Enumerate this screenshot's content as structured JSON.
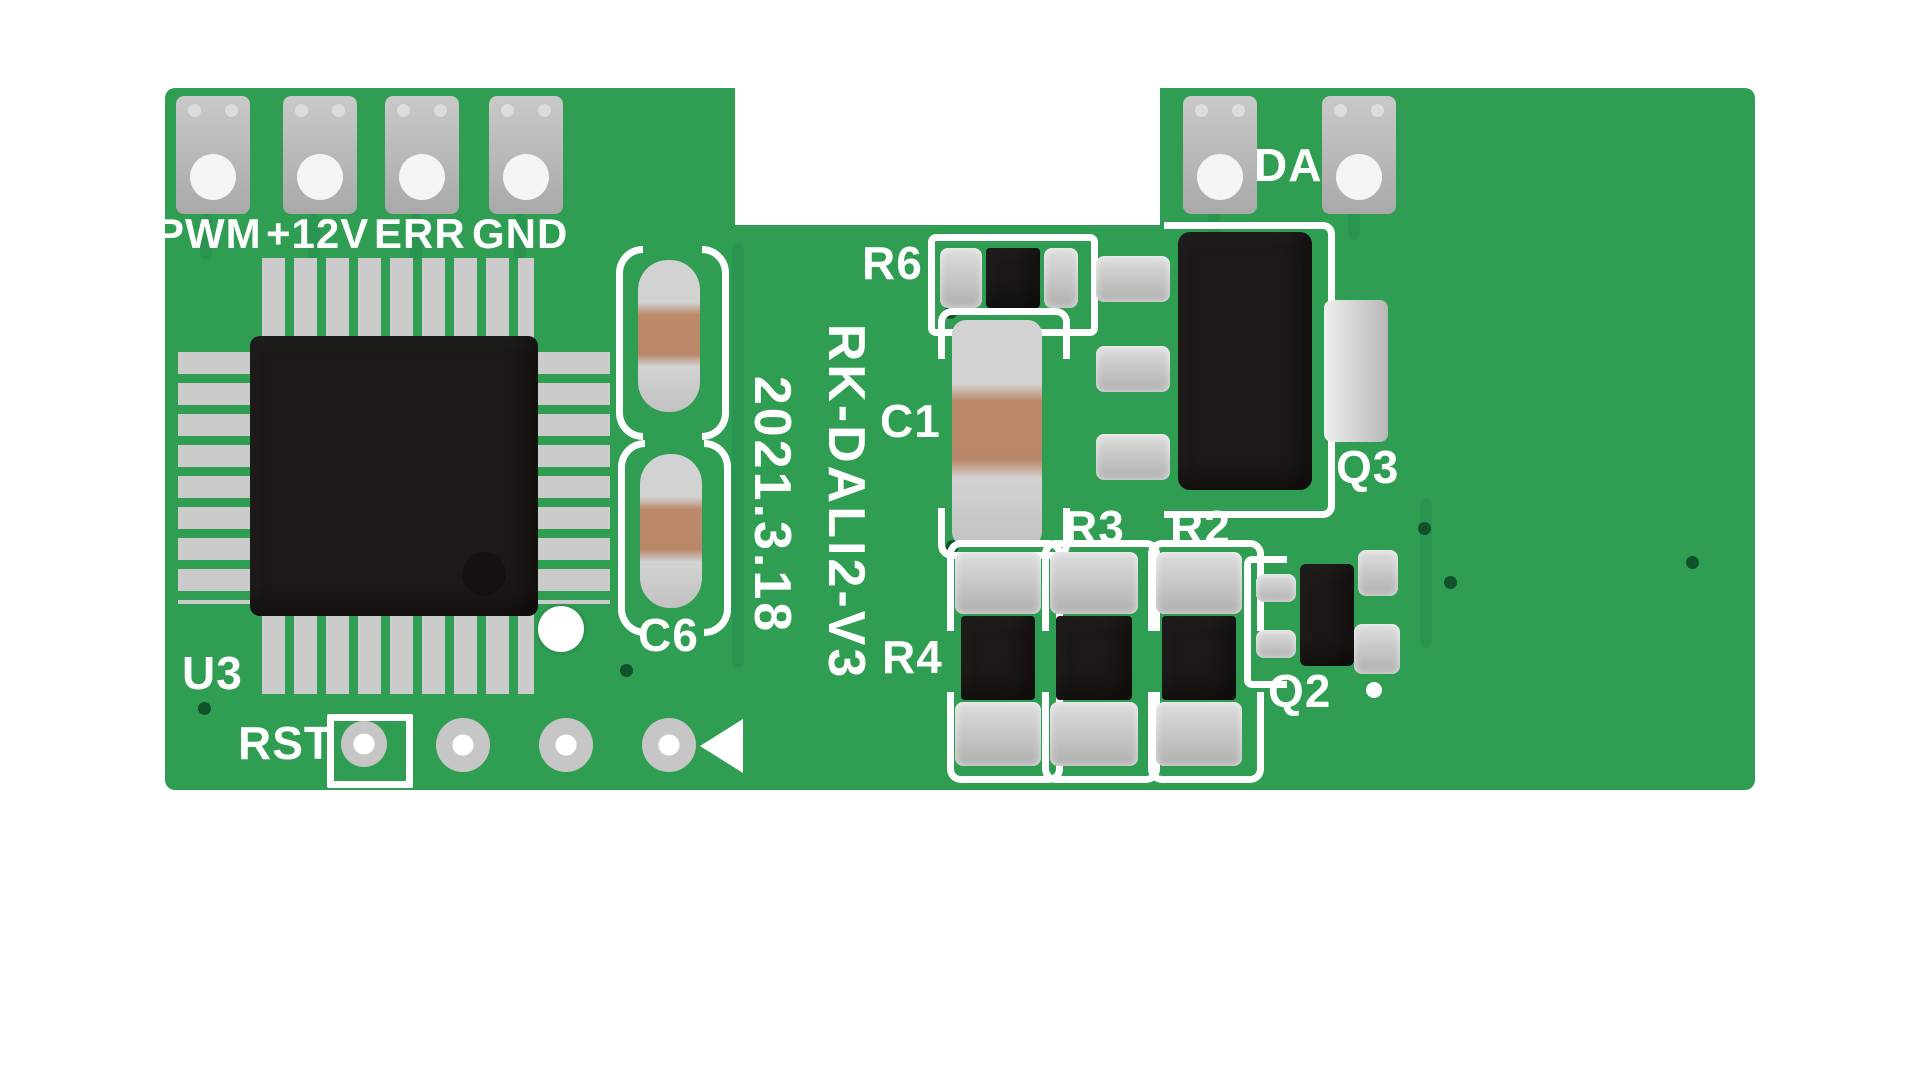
{
  "board": {
    "title": "DALI2 interface PCB photo",
    "colors": {
      "pcb": "#2f9e52",
      "pcb_trace": "#2a9550",
      "silkscreen": "#ffffff",
      "pad_metal": "#c6c6c6",
      "component_body": "#1e1916",
      "capacitor_band": "#b9886a",
      "via": "#11522a"
    }
  },
  "colors": {
    "pcb": "#2f9e52",
    "pcb_trace": "#2a9550",
    "silkscreen": "#ffffff",
    "pad_metal": "#c6c6c6",
    "component_body": "#1e1916",
    "capacitor_band": "#b9886a",
    "via": "#11522a"
  },
  "connectors": {
    "left": [
      {
        "label": "PWM"
      },
      {
        "label": "+12V"
      },
      {
        "label": "ERR"
      },
      {
        "label": "GND"
      }
    ],
    "right_label": "DA"
  },
  "components": {
    "u3": {
      "label": "U3"
    },
    "c6": {
      "label": "C6"
    },
    "c1": {
      "label": "C1"
    },
    "r6": {
      "label": "R6"
    },
    "r3": {
      "label": "R3"
    },
    "r2": {
      "label": "R2"
    },
    "r4": {
      "label": "R4"
    },
    "q3": {
      "label": "Q3"
    },
    "q2": {
      "label": "Q2"
    },
    "rst": {
      "label": "RST"
    }
  },
  "silkscreen": {
    "model": "RK-DALI2-V3",
    "date": "2021.3.18"
  }
}
